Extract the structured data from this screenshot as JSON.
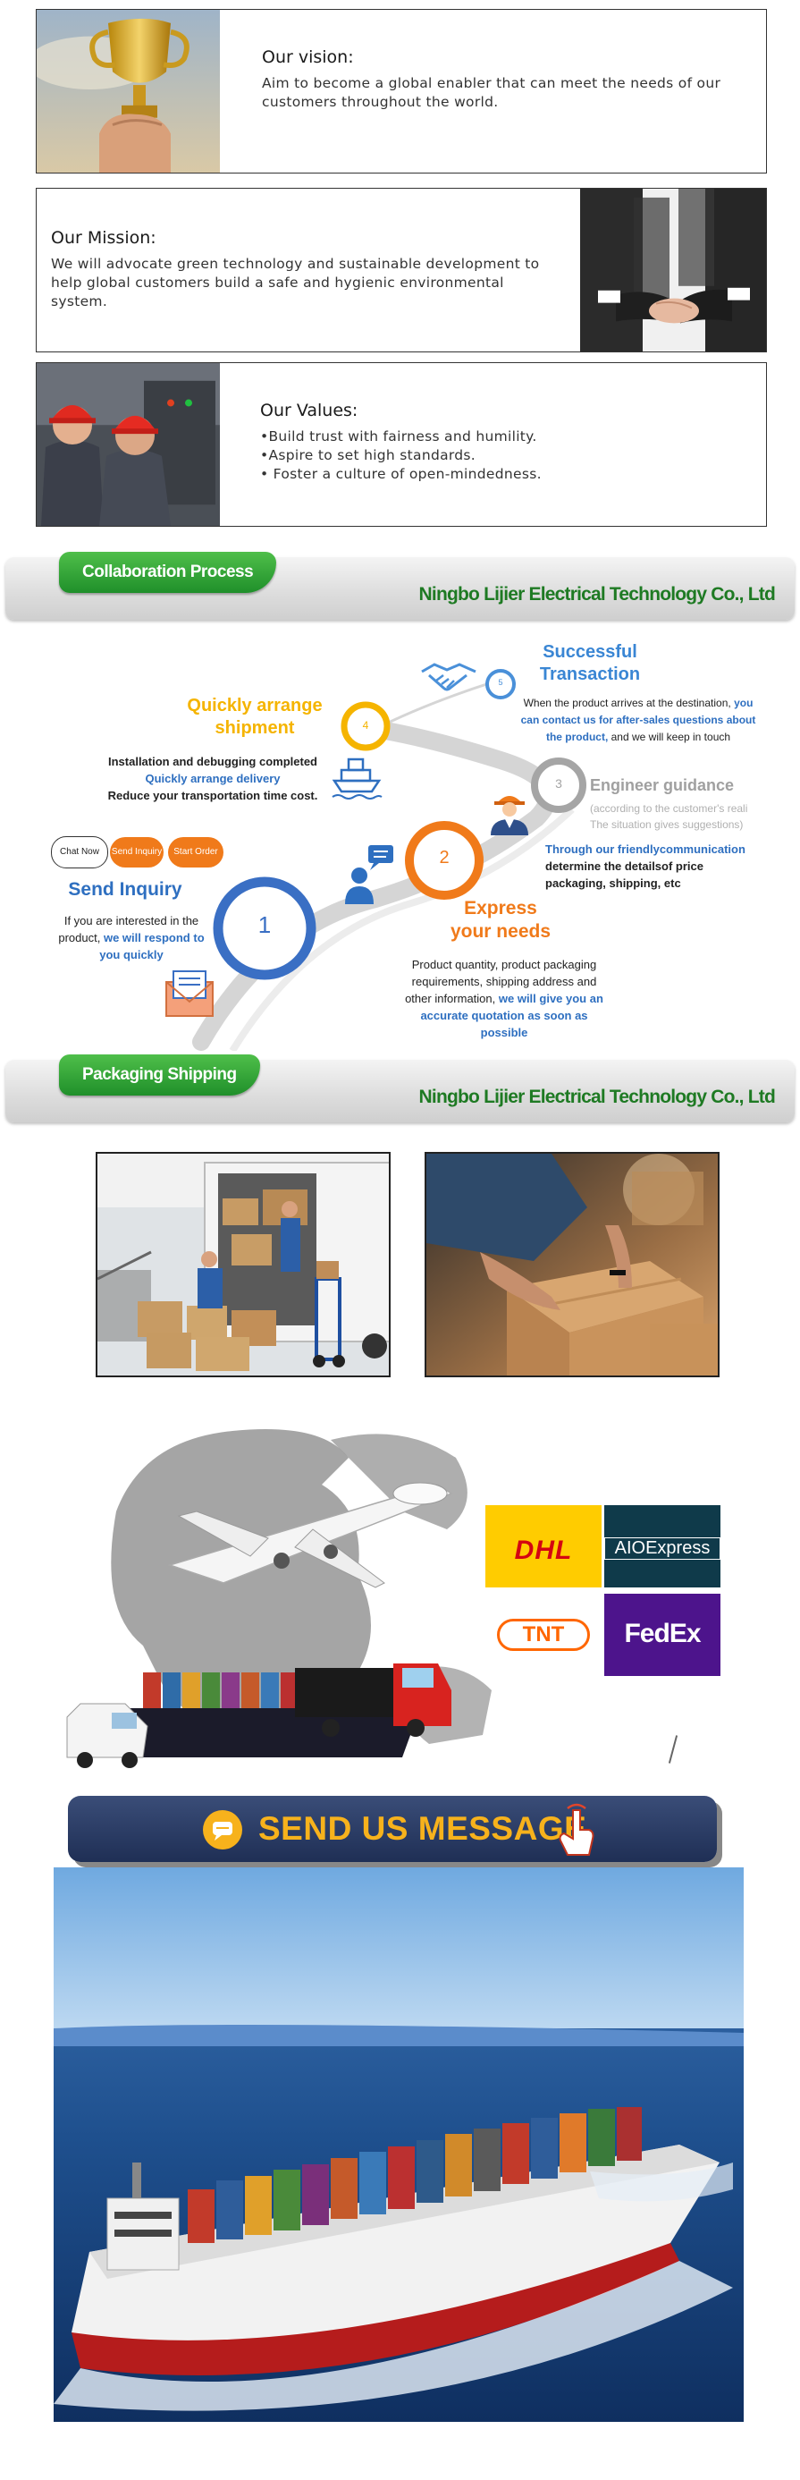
{
  "vision": {
    "title": "Our vision:",
    "body": "Aim to become a global enabler that can meet the needs of our customers throughout the world."
  },
  "mission": {
    "title": "Our Mission:",
    "body": "We will advocate green technology and sustainable development to help global customers build a safe and hygienic environmental system."
  },
  "values": {
    "title": "Our Values:",
    "items": [
      "•Build trust with fairness and humility.",
      "•Aspire to set high standards.",
      "• Foster a culture of open-mindedness."
    ]
  },
  "banners": {
    "collab_label": "Collaboration Process",
    "packaging_label": "Packaging Shipping",
    "company": "Ningbo Lijier Electrical Technology Co., Ltd"
  },
  "process": {
    "buttons": [
      "Chat Now",
      "Send Inquiry",
      "Start Order"
    ],
    "step1": {
      "num": "1",
      "title": "Send Inquiry",
      "text_a": "If you are interested in the product,",
      "text_blue": "we will respond to you quickly"
    },
    "step2": {
      "num": "2",
      "title_a": "Express",
      "title_b": "your needs",
      "text_a": "Product quantity, product packaging requirements, shipping address and other information,",
      "text_blue": "we will give you an accurate quotation as soon as possible"
    },
    "step3": {
      "num": "3",
      "title": "Engineer guidance",
      "sub": "(according to the customer's reali",
      "sub2": "The situation gives suggestions)",
      "text_blue": "Through our friendlycommunication",
      "text_a": "determine the detailsof price",
      "text_b": "packaging, shipping, etc"
    },
    "step4": {
      "num": "4",
      "title_a": "Quickly arrange",
      "title_b": "shipment",
      "line1": "Installation and debugging completed",
      "line2": "Quickly arrange delivery",
      "line3": "Reduce your transportation time cost."
    },
    "step5": {
      "num": "5",
      "title_a": "Successful",
      "title_b": "Transaction",
      "text_a": "When the product arrives at the destination,",
      "text_blue": "you can contact us for after-sales questions about the product,",
      "text_b": "and we will keep in touch"
    }
  },
  "couriers": [
    "DHL",
    "AIOExpress",
    "TNT",
    "FedEx"
  ],
  "send_message": "SEND US MESSAGE",
  "colors": {
    "blue": "#2e6fc0",
    "orange": "#f07a1a",
    "yellow": "#f5b400",
    "green": "#1e7a23",
    "gray": "#9a9a9a"
  }
}
